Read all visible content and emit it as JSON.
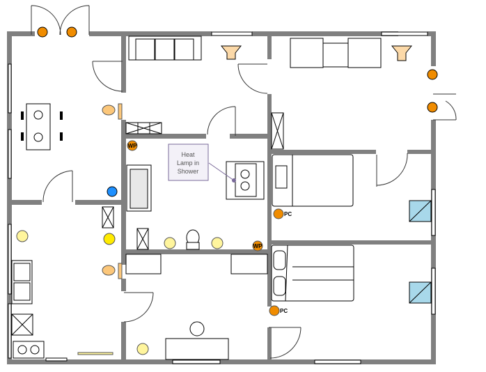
{
  "diagram": {
    "title": "Home floor plan",
    "callout": {
      "line1": "Heat",
      "line2": "Lamp in",
      "line3": "Shower"
    },
    "outlets": [
      {
        "label": "PC"
      },
      {
        "label": "PC"
      }
    ],
    "waterproof": [
      {
        "label": "WP"
      },
      {
        "label": "WP"
      }
    ]
  },
  "colors": {
    "wall": "#808080",
    "light_orange": "#f08c00",
    "light_yellow": "#fff176",
    "window_ac": "#a8d8ea",
    "callout_border": "#7a6a9a",
    "lamp": "#fcd9a8"
  }
}
